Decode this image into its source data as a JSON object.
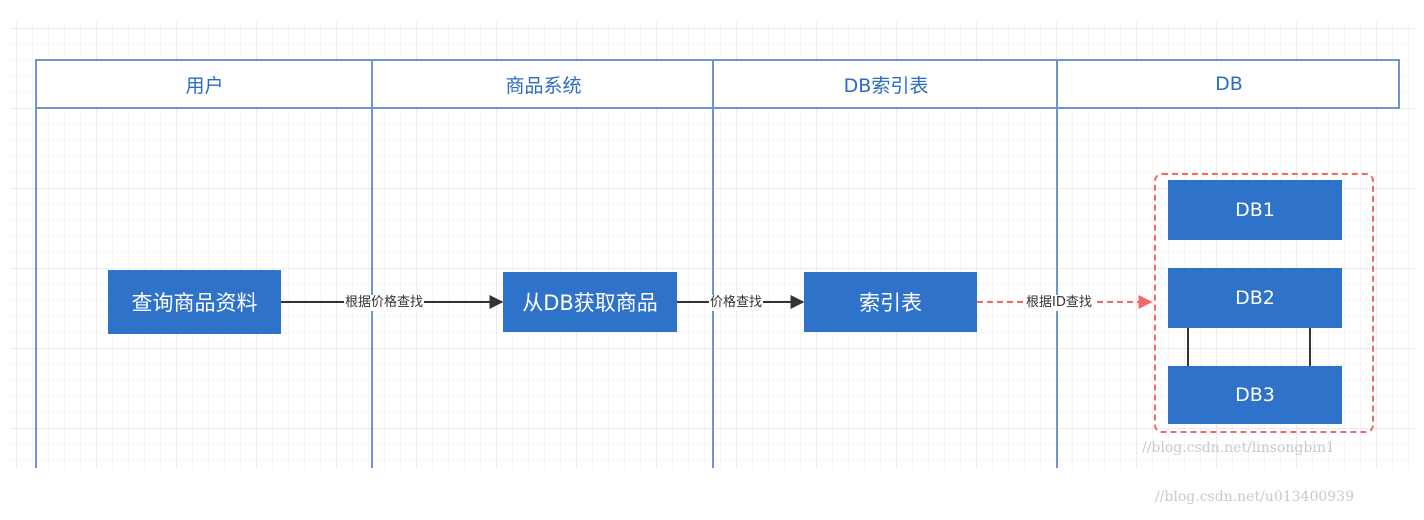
{
  "lanes": [
    {
      "id": "user",
      "title": "用户"
    },
    {
      "id": "goods-system",
      "title": "商品系统"
    },
    {
      "id": "db-index",
      "title": "DB索引表"
    },
    {
      "id": "db",
      "title": "DB"
    }
  ],
  "nodes": {
    "query": "查询商品资料",
    "fetch": "从DB获取商品",
    "index": "索引表",
    "db1": "DB1",
    "db2": "DB2",
    "db3": "DB3"
  },
  "edges": {
    "query_to_fetch": "根据价格查找",
    "fetch_to_index": "价格查找",
    "index_to_db": "根据ID查找"
  },
  "colors": {
    "node_fill": "#2f72c9",
    "lane_border": "#6f95d1",
    "lane_title": "#2b6cc4",
    "dashed_accent": "#ef6b6b",
    "arrow": "#333333"
  },
  "watermarks": {
    "inner": "//blog.csdn.net/linsongbin1",
    "outer": "//blog.csdn.net/u013400939"
  }
}
